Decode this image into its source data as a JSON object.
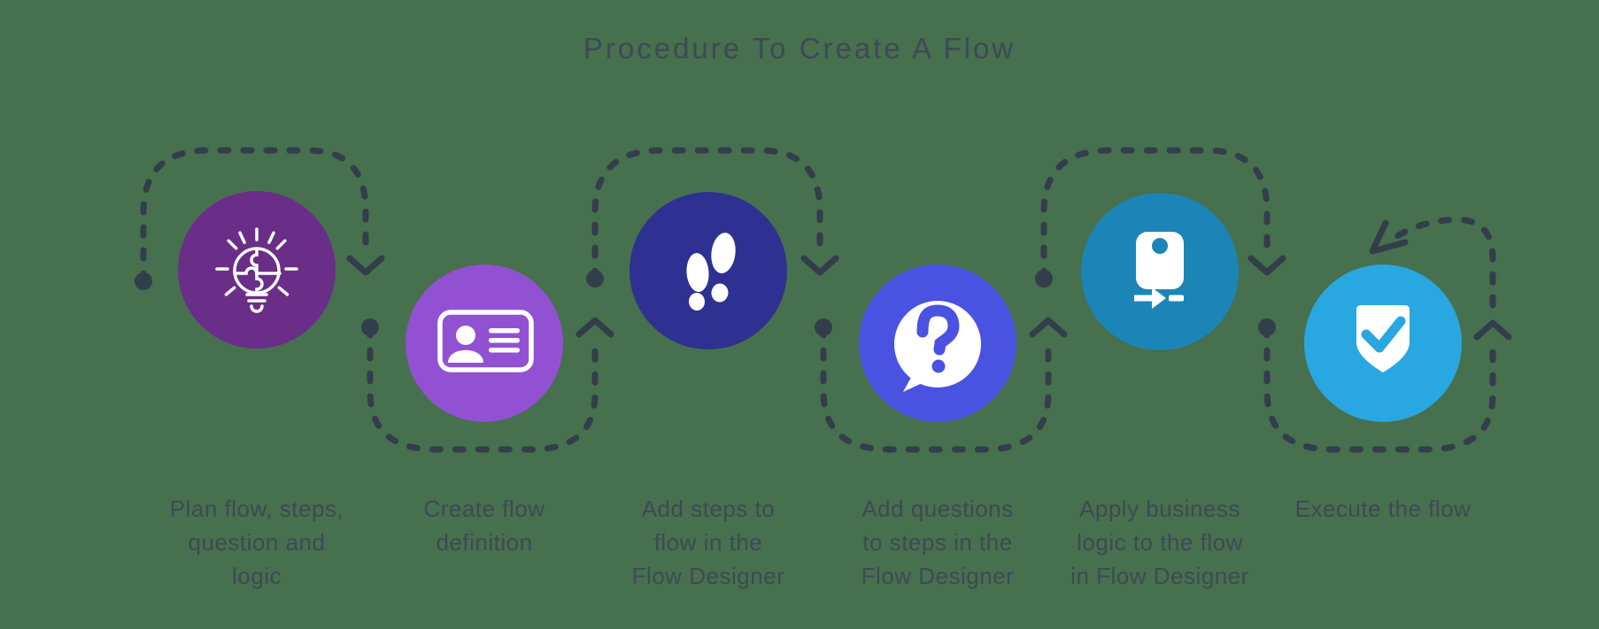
{
  "title": "Procedure To Create A Flow",
  "background_color": "#47704E",
  "text_color": "#3E4A55",
  "connector_color": "#333E4B",
  "steps": [
    {
      "id": "plan",
      "label_lines": [
        "Plan flow, steps,",
        "question and",
        "logic"
      ],
      "color": "#6A2E88",
      "icon": "lightbulb-puzzle-icon"
    },
    {
      "id": "create-definition",
      "label_lines": [
        "Create flow",
        "definition"
      ],
      "color": "#9251D2",
      "icon": "id-card-icon"
    },
    {
      "id": "add-steps",
      "label_lines": [
        "Add steps to",
        "flow in the",
        "Flow Designer"
      ],
      "color": "#2E3191",
      "icon": "footsteps-icon"
    },
    {
      "id": "add-questions",
      "label_lines": [
        "Add questions",
        "to steps in the",
        "Flow Designer"
      ],
      "color": "#4A52E2",
      "icon": "question-bubble-icon"
    },
    {
      "id": "apply-logic",
      "label_lines": [
        "Apply business",
        "logic to the flow",
        "in Flow Designer"
      ],
      "color": "#1C85B8",
      "icon": "card-arrow-icon"
    },
    {
      "id": "execute",
      "label_lines": [
        "Execute the flow"
      ],
      "color": "#29A7E0",
      "icon": "shield-check-icon"
    }
  ]
}
